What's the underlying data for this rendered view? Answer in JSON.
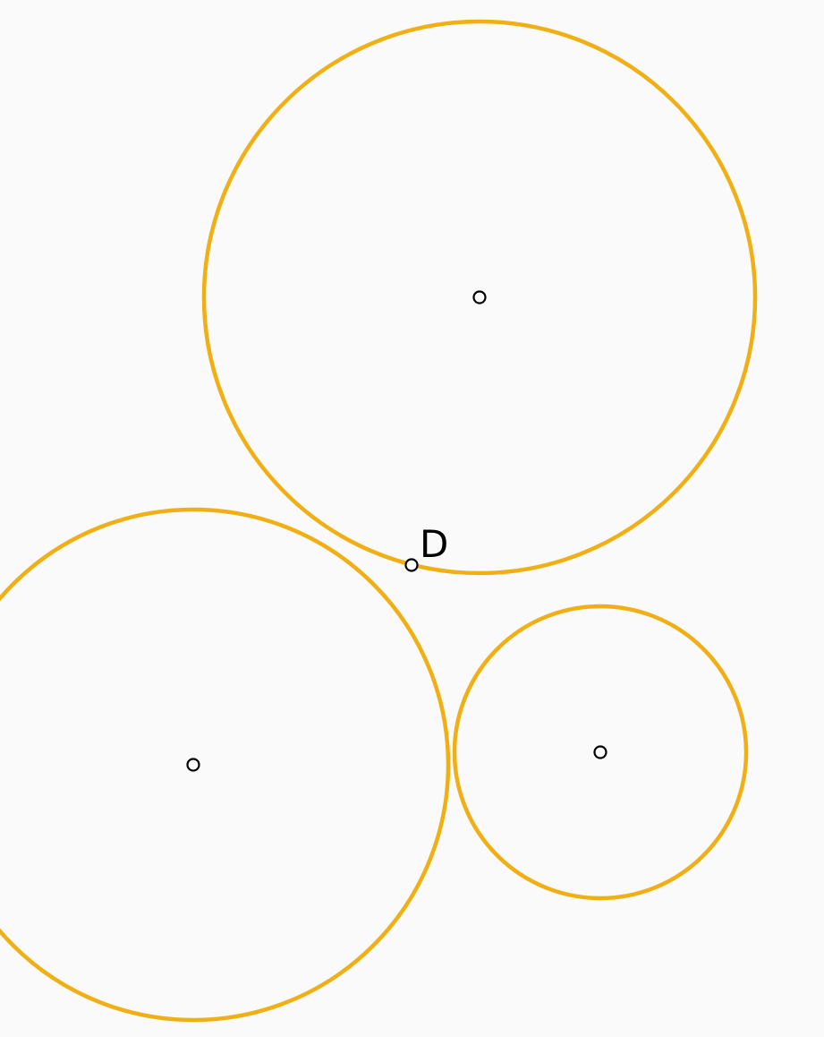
{
  "diagram": {
    "stroke_color": "#f0b015",
    "background_color": "#fafafa",
    "point_color": "#000000",
    "circles": [
      {
        "name": "top-circle"
      },
      {
        "name": "bottom-left-circle"
      },
      {
        "name": "bottom-right-circle"
      }
    ],
    "points": [
      {
        "name": "point-d",
        "label": "D"
      }
    ]
  }
}
